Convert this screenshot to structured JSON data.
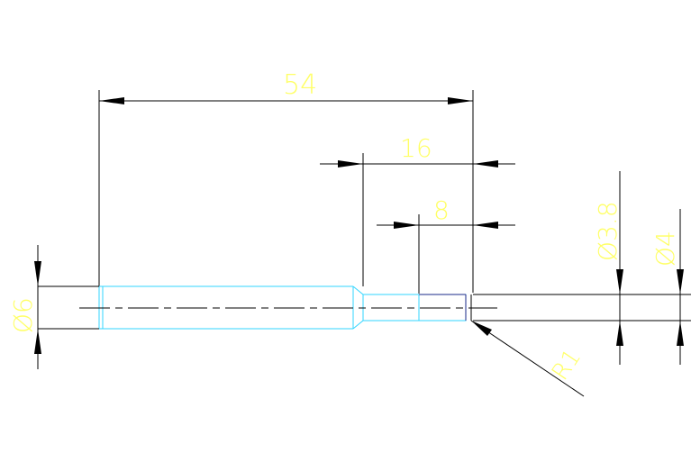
{
  "drawing": {
    "dimensions": {
      "total_length": "54",
      "length_16": "16",
      "length_8": "8",
      "diameter_6": "Ø6",
      "diameter_3_8": "Ø3.8",
      "diameter_4": "Ø4",
      "radius_1": "R1"
    },
    "colors": {
      "background": "#ffffff",
      "dimension_text": "#ffff66",
      "dimension_lines": "#000000",
      "part_outline": "#30d5ff"
    }
  }
}
